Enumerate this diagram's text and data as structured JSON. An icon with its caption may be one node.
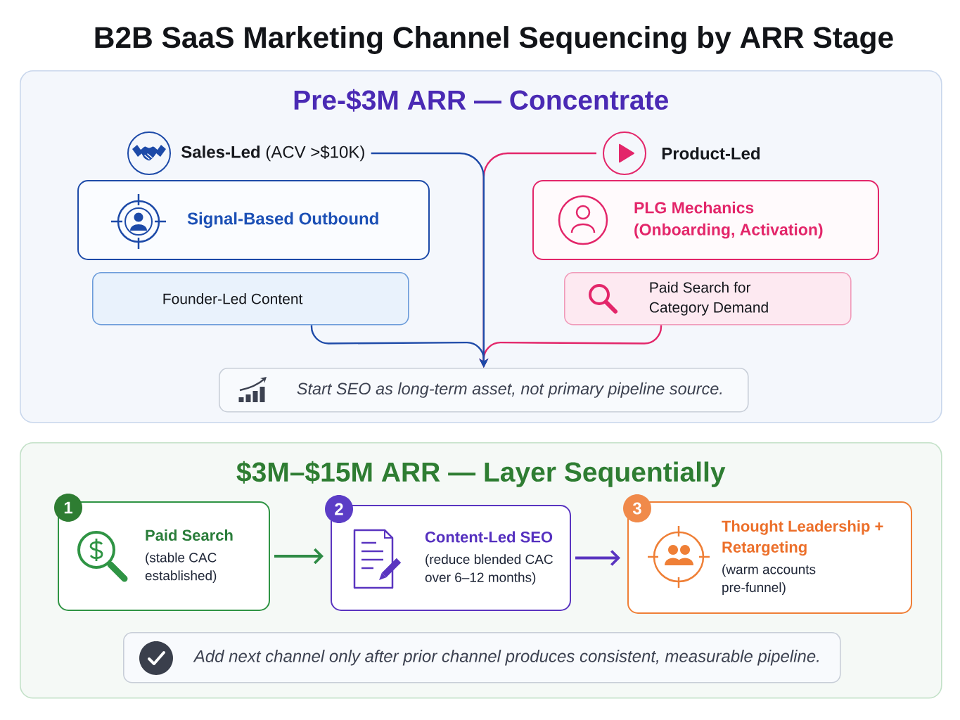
{
  "diagram": {
    "title": "B2B SaaS Marketing Channel Sequencing by ARR Stage",
    "nodes": [
      {
        "text": [
          "Pre-$3M ARR — Concentrate"
        ]
      },
      {
        "text": [
          "**Sales-Led** (ACV >$10K)"
        ],
        "in": 0
      },
      {
        "text": [
          "Signal-Based Outbound"
        ],
        "in": 0
      },
      {
        "text": [
          "Founder-Led Content"
        ],
        "in": 0
      },
      {
        "text": [
          "Product-Led"
        ],
        "in": 0
      },
      {
        "text": [
          "PLG Mechanics (Onboarding, Activation)"
        ],
        "in": 0
      },
      {
        "text": [
          "Paid Search for Category Demand"
        ],
        "in": 0
      },
      {
        "text": [
          "Start SEO as long-term asset, not primary pipeline source."
        ],
        "in": 0
      },
      {
        "text": [
          "$3M–$15M ARR — Layer Sequentially"
        ]
      },
      {
        "text": [
          "1",
          "Paid Search",
          "(stable CAC established)"
        ],
        "in": 8
      },
      {
        "text": [
          "2",
          "Content-Led SEO",
          "(reduce blended CAC over 6–12 months)"
        ],
        "in": 8
      },
      {
        "text": [
          "3",
          "Thought Leadership + Retargeting",
          "(warm accounts pre-funnel)"
        ],
        "in": 8
      },
      {
        "text": [
          "Add next channel only after prior channel produces consistent, measurable pipeline."
        ],
        "in": 8
      }
    ],
    "edges": [
      {
        "from": 1,
        "to": 7,
        "arrow": "to",
        "color": "#1d4aa8"
      },
      {
        "from": 3,
        "to": 7,
        "arrow": "to",
        "color": "#1d4aa8"
      },
      {
        "from": 4,
        "to": 7,
        "arrow": "to",
        "color": "#e3266a"
      },
      {
        "from": 6,
        "to": 7,
        "arrow": "to",
        "color": "#e3266a"
      },
      {
        "from": 9,
        "to": 10,
        "arrow": "to",
        "color": "#2e8b45"
      },
      {
        "from": 10,
        "to": 11,
        "arrow": "to",
        "color": "#5a35c0"
      }
    ]
  }
}
